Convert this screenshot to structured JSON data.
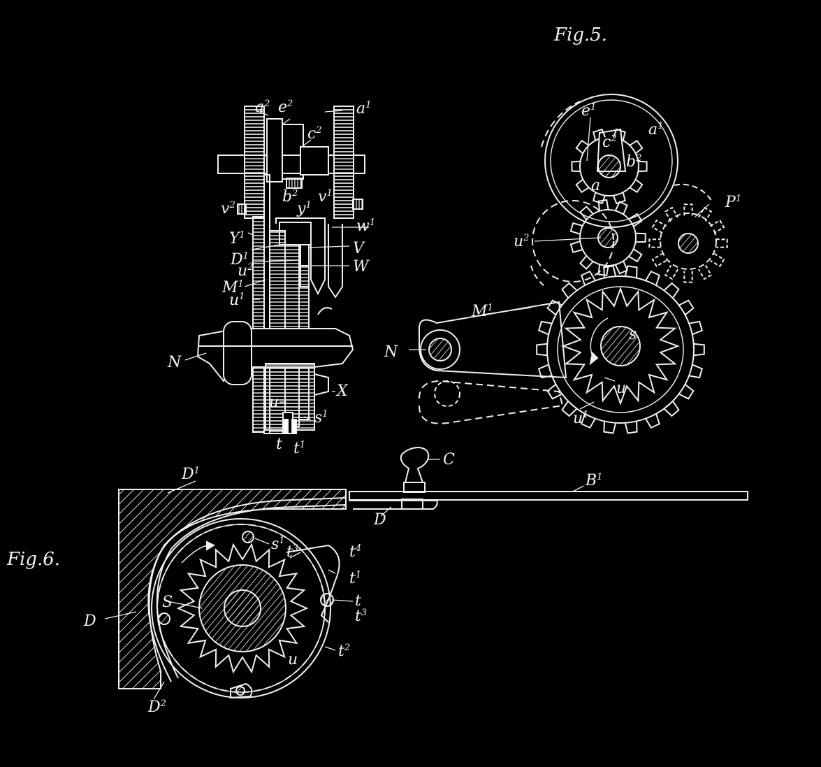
{
  "figures": {
    "fig5": {
      "title": "Fig.5."
    },
    "fig6": {
      "title": "Fig.6."
    }
  },
  "labels": {
    "side": {
      "a2": "a",
      "a2_sup": "2",
      "e2": "e",
      "e2_sup": "2",
      "a1": "a",
      "a1_sup": "1",
      "c2": "c",
      "c2_sup": "2",
      "b2": "b",
      "b2_sup": "2",
      "v2": "v",
      "v2_sup": "2",
      "v1": "v",
      "v1_sup": "1",
      "y1": "y",
      "y1_sup": "1",
      "w1": "w",
      "w1_sup": "1",
      "Y1": "Y",
      "Y1_sup": "1",
      "V": "V",
      "D1": "D",
      "D1_sup": "1",
      "u2": "u",
      "u2_sup": "2",
      "W": "W",
      "M1": "M",
      "M1_sup": "1",
      "u1": "u",
      "u1_sup": "1",
      "N": "N",
      "X": "X",
      "u": "u",
      "s1": "s",
      "s1_sup": "1",
      "t": "t",
      "t1": "t",
      "t1_sup": "1"
    },
    "fig5": {
      "e1": "e",
      "e1_sup": "1",
      "a1": "a",
      "a1_sup": "1",
      "c2": "c",
      "c2_sup": "2",
      "b2": "b",
      "b2_sup": "2",
      "a": "a",
      "P1": "P",
      "P1_sup": "1",
      "u2": "u",
      "u2_sup": "2",
      "M1": "M",
      "M1_sup": "1",
      "N": "N",
      "s": "s",
      "u": "u",
      "u1": "u",
      "u1_sup": "1"
    },
    "fig6": {
      "C": "C",
      "D1": "D",
      "D1_sup": "1",
      "B1": "B",
      "B1_sup": "1",
      "D_top": "D",
      "s1": "s",
      "s1_sup": "1",
      "t3": "t",
      "t3_sup": "3",
      "t4": "t",
      "t4_sup": "4",
      "t1": "t",
      "t1_sup": "1",
      "S": "S",
      "t": "t",
      "t3b": "t",
      "t3b_sup": "3",
      "D": "D",
      "u": "u",
      "t2": "t",
      "t2_sup": "2",
      "D2": "D",
      "D2_sup": "2"
    }
  }
}
